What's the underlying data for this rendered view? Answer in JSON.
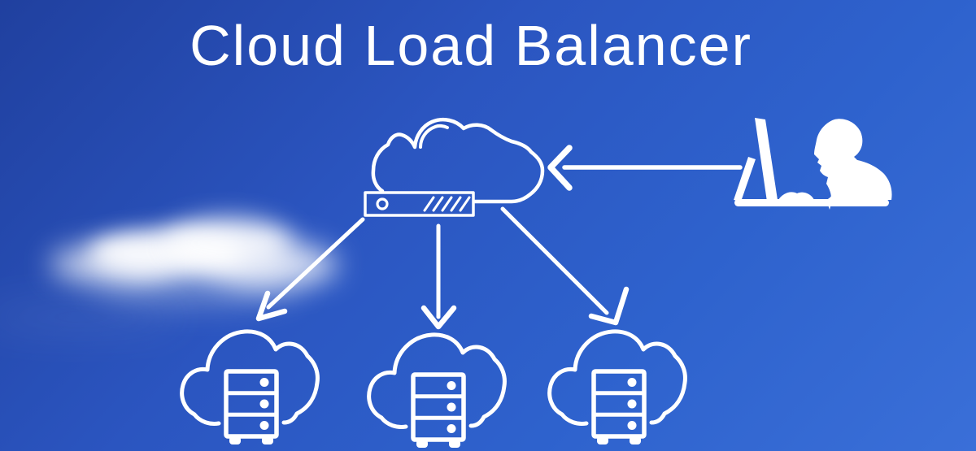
{
  "title": "Cloud Load Balancer",
  "colors": {
    "sky_top_left": "#20409f",
    "sky_mid": "#2b55c0",
    "sky_lower_mid": "#2e62cd",
    "sky_bottom_right": "#3a6fd8",
    "line_white": "#ffffff"
  },
  "icons": {
    "balancer": "cloud-load-balancer-icon",
    "server": "cloud-server-icon",
    "user": "person-at-computer-icon",
    "background": "sky-photo-cloud"
  },
  "diagram": {
    "nodes": [
      {
        "id": "user",
        "icon": "person-at-computer-icon"
      },
      {
        "id": "load-balancer",
        "icon": "cloud-load-balancer-icon"
      },
      {
        "id": "server-1",
        "icon": "cloud-server-icon"
      },
      {
        "id": "server-2",
        "icon": "cloud-server-icon"
      },
      {
        "id": "server-3",
        "icon": "cloud-server-icon"
      }
    ],
    "edges": [
      {
        "from": "user",
        "to": "load-balancer",
        "direction": "right-to-left"
      },
      {
        "from": "load-balancer",
        "to": "server-1",
        "direction": "down-left"
      },
      {
        "from": "load-balancer",
        "to": "server-2",
        "direction": "down"
      },
      {
        "from": "load-balancer",
        "to": "server-3",
        "direction": "down-right"
      }
    ]
  }
}
